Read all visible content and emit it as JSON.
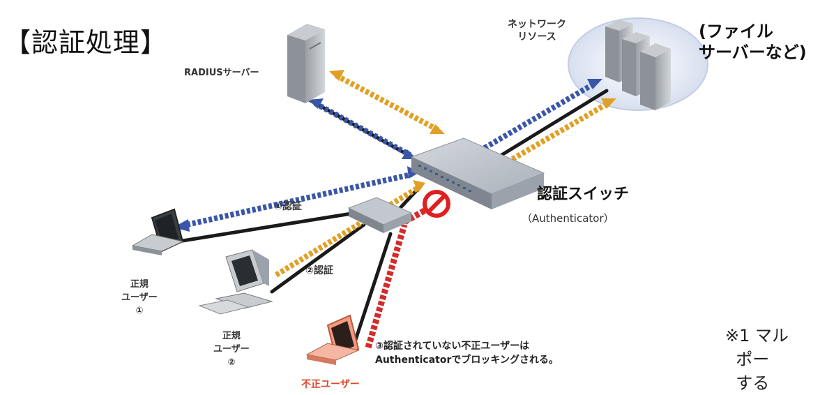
{
  "title": "【認証処理】",
  "labels": {
    "radius_server": "RADIUSサーバー",
    "network_resource": "ネットワーク\nリソース",
    "file_server": "(ファイル\nサーバーなど)",
    "auth_switch": "認証スイッチ",
    "authenticator": "（Authenticator）",
    "auth_1": "①認証",
    "auth_2": "②認証",
    "block_note": "③認証されていない不正ユーザーは\nAuthenticatorでブロッキングされる。",
    "user_1": "正規\nユーザー\n①",
    "user_2": "正規\nユーザー\n②",
    "bad_user": "不正ユーザー",
    "footnote": "※1 マル\n  ポー\n  する"
  },
  "colors": {
    "blue_arrow": "#3a56a8",
    "orange_arrow": "#e0a025",
    "red_arrow": "#d42a2a",
    "cable": "#1a1a1a",
    "bad_user": "#e0462a",
    "cloud": "#dfe6f3"
  },
  "icons": [
    "server-icon",
    "switch-icon",
    "hub-icon",
    "laptop-icon",
    "desktop-icon",
    "prohibited-icon"
  ]
}
